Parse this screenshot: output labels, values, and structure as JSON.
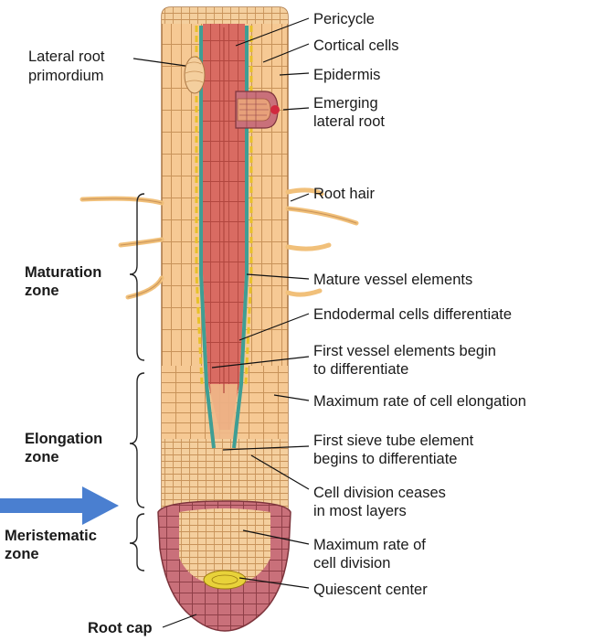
{
  "diagram": {
    "labels_right": [
      {
        "id": "pericycle",
        "lines": [
          "Pericycle"
        ]
      },
      {
        "id": "cortical-cells",
        "lines": [
          "Cortical cells"
        ]
      },
      {
        "id": "epidermis",
        "lines": [
          "Epidermis"
        ]
      },
      {
        "id": "emerging-lateral-root",
        "lines": [
          "Emerging",
          "lateral root"
        ]
      },
      {
        "id": "root-hair",
        "lines": [
          "Root hair"
        ]
      },
      {
        "id": "mature-vessel-elements",
        "lines": [
          "Mature vessel elements"
        ]
      },
      {
        "id": "endodermal-cells",
        "lines": [
          "Endodermal cells differentiate"
        ]
      },
      {
        "id": "first-vessel-elements",
        "lines": [
          "First vessel elements begin",
          "to differentiate"
        ]
      },
      {
        "id": "max-cell-elongation",
        "lines": [
          "Maximum rate of cell elongation"
        ]
      },
      {
        "id": "first-sieve-tube",
        "lines": [
          "First sieve tube element",
          "begins to differentiate"
        ]
      },
      {
        "id": "cell-division-ceases",
        "lines": [
          "Cell division ceases",
          "in most layers"
        ]
      },
      {
        "id": "max-cell-division",
        "lines": [
          "Maximum rate of",
          "cell division"
        ]
      },
      {
        "id": "quiescent-center",
        "lines": [
          "Quiescent center"
        ]
      }
    ],
    "lateral_root_primordium": [
      "Lateral root",
      "primordium"
    ],
    "root_cap": "Root cap",
    "zones": [
      {
        "id": "maturation",
        "lines": [
          "Maturation",
          "zone"
        ]
      },
      {
        "id": "elongation",
        "lines": [
          "Elongation",
          "zone"
        ]
      },
      {
        "id": "meristematic",
        "lines": [
          "Meristematic",
          "zone"
        ]
      }
    ],
    "colors": {
      "cortex": "#f6c994",
      "cell_outline": "#c8935a",
      "stele": "#d96b62",
      "vessel": "#3f9e94",
      "pericycle": "#e8c12a",
      "root_cap": "#c9707a",
      "arrow": "#4a7fd0"
    }
  }
}
